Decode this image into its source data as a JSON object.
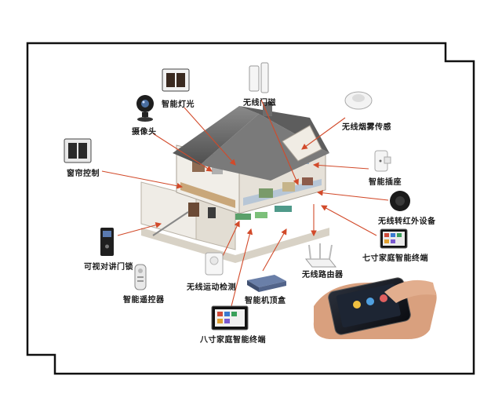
{
  "labels": {
    "curtain": "窗帘控制",
    "camera": "摄像头",
    "light": "智能灯光",
    "door_sensor": "无线门磁",
    "smoke": "无线烟雾传感",
    "socket": "智能插座",
    "ir": "无线转红外设备",
    "seven_inch": "七寸家庭智能终端",
    "router": "无线路由器",
    "intercom": "可视对讲门锁",
    "remote": "智能遥控器",
    "motion": "无线运动检测",
    "stb": "智能机顶盒",
    "eight_inch": "八寸家庭智能终端"
  },
  "colors": {
    "frame": "#111111",
    "arrow": "#d24a2a",
    "roof": "#6b6b6b",
    "wall": "#e8e4dc"
  }
}
